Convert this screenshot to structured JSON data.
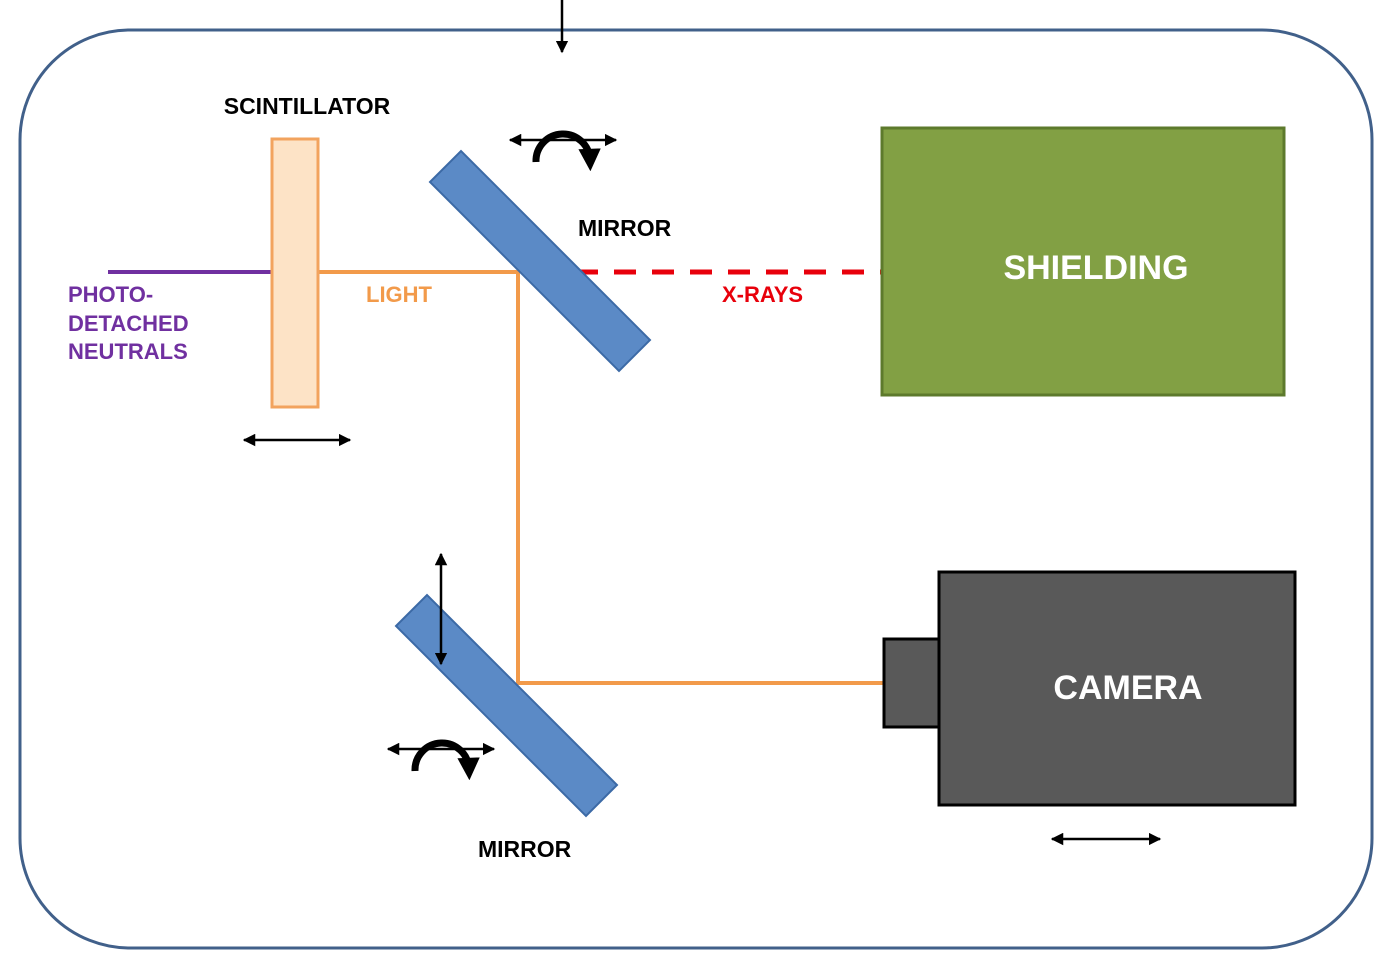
{
  "labels": {
    "scintillator": "SCINTILLATOR",
    "mirror_top": "MIRROR",
    "mirror_bottom": "MIRROR",
    "shielding": "SHIELDING",
    "camera": "CAMERA",
    "light": "LIGHT",
    "xrays": "X-RAYS",
    "neutrals_line1": "PHOTO-",
    "neutrals_line2": "DETACHED",
    "neutrals_line3": "NEUTRALS"
  },
  "colors": {
    "enclosure": "#41608a",
    "scintillator_fill": "#fde3c6",
    "scintillator_stroke": "#f2a35e",
    "mirror_fill": "#5b8ac6",
    "mirror_stroke": "#3c6aa6",
    "light": "#f29a4a",
    "xrays": "#e8000b",
    "neutrals": "#7030a0",
    "shielding_fill": "#82a044",
    "shielding_stroke": "#5d7a2c",
    "camera_fill": "#595959",
    "camera_stroke": "#000000",
    "text_dark": "#000000",
    "text_light": "#ffffff"
  },
  "icons": [
    "double-arrow-icon",
    "rotate-arrow-icon",
    "vertical-arrow-icon",
    "down-arrow-icon"
  ]
}
